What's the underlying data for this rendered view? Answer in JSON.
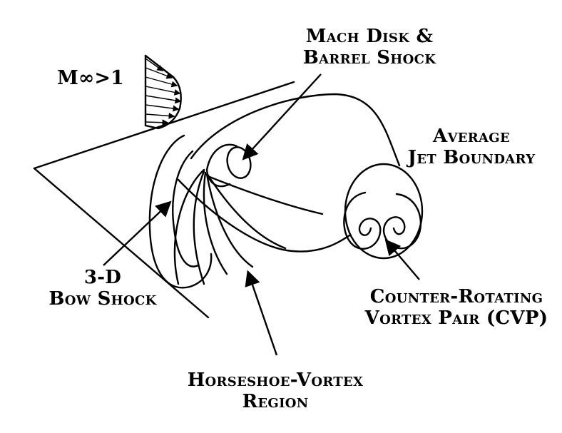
{
  "labels": {
    "mach_number": "M∞>1",
    "mach_disk_line1": "Mach Disk &",
    "mach_disk_line2": "Barrel Shock",
    "average_line1": "Average",
    "average_line2": "Jet Boundary",
    "bow_line1": "3-D",
    "bow_line2": "Bow Shock",
    "cvp_line1": "Counter-Rotating",
    "cvp_line2": "Vortex Pair (CVP)",
    "horseshoe_line1": "Horseshoe-Vortex",
    "horseshoe_line2": "Region"
  },
  "colors": {
    "ink": "#000000",
    "background": "#ffffff"
  }
}
